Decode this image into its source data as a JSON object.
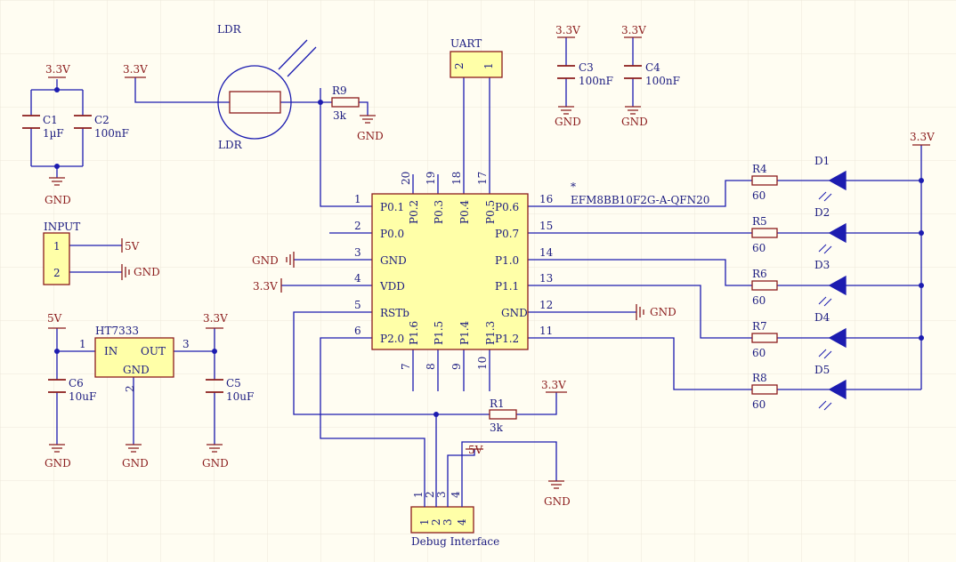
{
  "labels": {
    "v33": "3.3V",
    "v5": "5V",
    "gnd": "GND"
  },
  "ldr": {
    "name": "LDR",
    "designator": "LDR"
  },
  "r9": {
    "designator": "R9",
    "value": "3k"
  },
  "r1": {
    "designator": "R1",
    "value": "3k"
  },
  "c1": {
    "designator": "C1",
    "value": "1µF"
  },
  "c2": {
    "designator": "C2",
    "value": "100nF"
  },
  "c3": {
    "designator": "C3",
    "value": "100nF"
  },
  "c4": {
    "designator": "C4",
    "value": "100nF"
  },
  "c5": {
    "designator": "C5",
    "value": "10uF"
  },
  "c6": {
    "designator": "C6",
    "value": "10uF"
  },
  "uart": {
    "designator": "UART",
    "pins": [
      "2",
      "1"
    ]
  },
  "input": {
    "designator": "INPUT",
    "pins": [
      "1",
      "2"
    ]
  },
  "regulator": {
    "designator": "HT7333",
    "in": "IN",
    "out": "OUT",
    "gnd": "GND",
    "pin_in": "1",
    "pin_out": "3",
    "pin_gnd": "2"
  },
  "mcu": {
    "designator": "EFM8BB10F2G-A-QFN20",
    "marker": "*",
    "left_pins": [
      {
        "num": "1",
        "name": "P0.1"
      },
      {
        "num": "2",
        "name": "P0.0"
      },
      {
        "num": "3",
        "name": "GND"
      },
      {
        "num": "4",
        "name": "VDD"
      },
      {
        "num": "5",
        "name": "RSTb"
      },
      {
        "num": "6",
        "name": "P2.0"
      }
    ],
    "right_pins": [
      {
        "num": "16",
        "name": "P0.6"
      },
      {
        "num": "15",
        "name": "P0.7"
      },
      {
        "num": "14",
        "name": "P1.0"
      },
      {
        "num": "13",
        "name": "P1.1"
      },
      {
        "num": "12",
        "name": "GND"
      },
      {
        "num": "11",
        "name": "P1.2"
      }
    ],
    "top_pins": [
      {
        "num": "20",
        "name": "P0.2"
      },
      {
        "num": "19",
        "name": "P0.3"
      },
      {
        "num": "18",
        "name": "P0.4"
      },
      {
        "num": "17",
        "name": "P0.5"
      }
    ],
    "bottom_pins": [
      {
        "num": "7",
        "name": "P1.6"
      },
      {
        "num": "8",
        "name": "P1.5"
      },
      {
        "num": "9",
        "name": "P1.4"
      },
      {
        "num": "10",
        "name": "P1.3"
      }
    ]
  },
  "led_resistors": [
    {
      "designator": "R4",
      "value": "60"
    },
    {
      "designator": "R5",
      "value": "60"
    },
    {
      "designator": "R6",
      "value": "60"
    },
    {
      "designator": "R7",
      "value": "60"
    },
    {
      "designator": "R8",
      "value": "60"
    }
  ],
  "leds": [
    "D1",
    "D2",
    "D3",
    "D4",
    "D5"
  ],
  "debug": {
    "designator": "Debug Interface",
    "pins": [
      "1",
      "2",
      "3",
      "4"
    ]
  },
  "colors": {
    "background": "#fffdf2",
    "grid": "#ece8da",
    "wire": "#1c1cb0",
    "power": "#8b1c1c",
    "body_fill": "#ffffa8",
    "body_stroke": "#8b1c1c",
    "text": "#1c1c80"
  }
}
